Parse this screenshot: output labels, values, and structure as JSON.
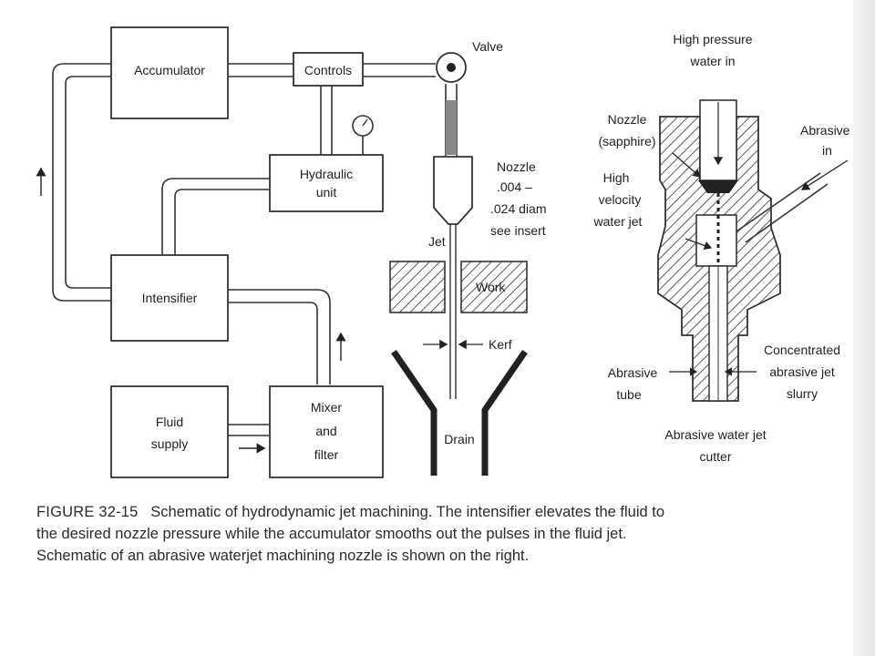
{
  "left_schematic": {
    "accumulator": "Accumulator",
    "controls": "Controls",
    "valve": "Valve",
    "hydraulic_unit": [
      "Hydraulic",
      "unit"
    ],
    "nozzle": [
      "Nozzle",
      ".004 –",
      ".024 diam",
      "see insert"
    ],
    "jet": "Jet",
    "work": "Work",
    "kerf": "Kerf",
    "intensifier": "Intensifier",
    "fluid_supply": [
      "Fluid",
      "supply"
    ],
    "mixer_filter": [
      "Mixer",
      "and",
      "filter"
    ],
    "drain": "Drain"
  },
  "right_schematic": {
    "high_pressure_water": [
      "High pressure",
      "water in"
    ],
    "nozzle_sapphire": [
      "Nozzle",
      "(sapphire)"
    ],
    "abrasive_in": [
      "Abrasive",
      "in"
    ],
    "high_velocity_jet": [
      "High",
      "velocity",
      "water jet"
    ],
    "concentrated_slurry": [
      "Concentrated",
      "abrasive jet",
      "slurry"
    ],
    "abrasive_tube": [
      "Abrasive",
      "tube"
    ],
    "cutter_title": [
      "Abrasive water jet",
      "cutter"
    ]
  },
  "caption": {
    "label": "FIGURE 32-15",
    "text": "Schematic of hydrodynamic jet machining.  The intensifier elevates the fluid to the desired nozzle pressure while the accumulator smooths out the pulses in the fluid jet.  Schematic of an abrasive waterjet machining nozzle is shown on the right."
  }
}
